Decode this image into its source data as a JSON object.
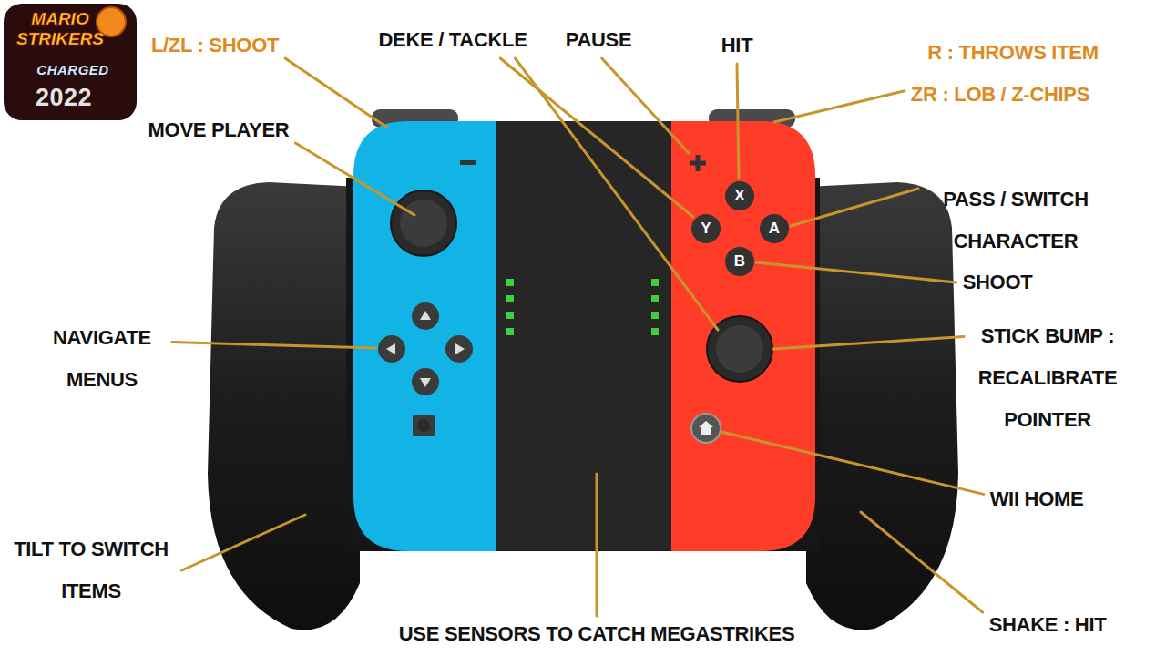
{
  "diagram": {
    "labels": [
      "MARIO STRIKERS",
      "CHARGED",
      "2022",
      "L/ZL : SHOOT",
      "MOVE PLAYER",
      "DEKE / TACKLE",
      "PAUSE",
      "HIT",
      "R : THROWS ITEM",
      "ZR : LOB / Z-CHIPS",
      "PASS / SWITCH CHARACTER",
      "SHOOT",
      "STICK BUMP : RECALIBRATE POINTER",
      "NAVIGATE MENUS",
      "WII HOME",
      "TILT TO SWITCH ITEMS",
      "SHAKE : HIT",
      "USE SENSORS TO CATCH MEGASTRIKES",
      "X",
      "Y",
      "A",
      "B"
    ]
  }
}
